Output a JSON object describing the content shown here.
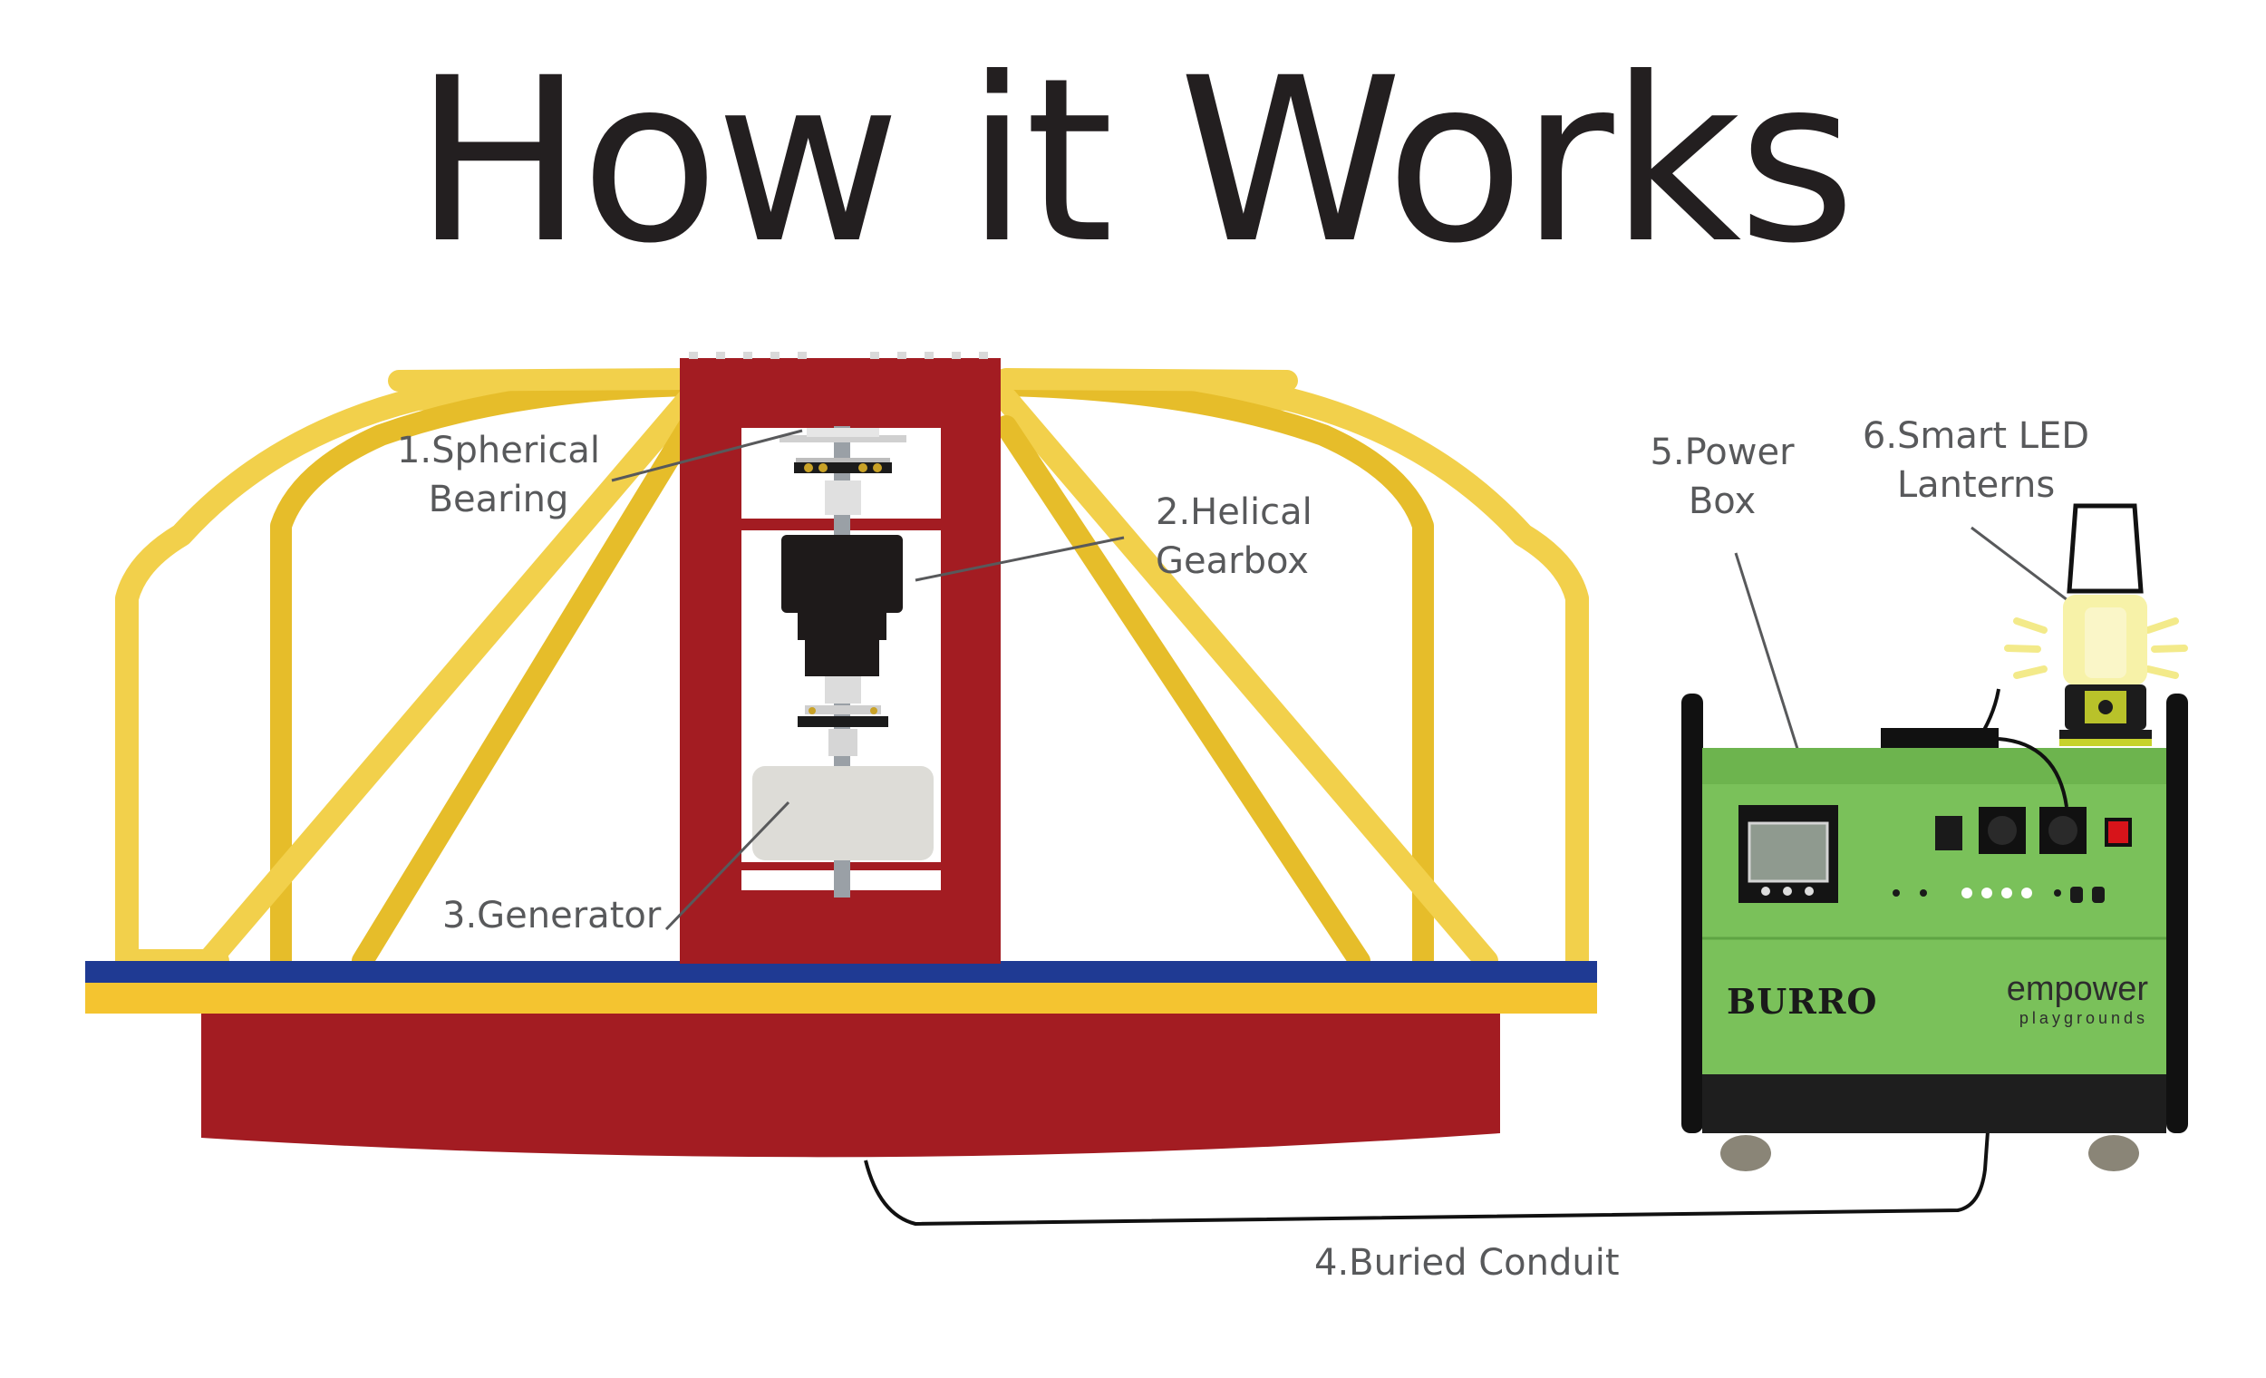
{
  "title": "How it Works",
  "labels": {
    "bearing_line1": "1.Spherical",
    "bearing_line2": "Bearing",
    "gearbox_line1": "2.Helical",
    "gearbox_line2": "Gearbox",
    "generator": "3.Generator",
    "conduit": "4.Buried Conduit",
    "powerbox_line1": "5.Power",
    "powerbox_line2": "Box",
    "lantern_line1": "6.Smart LED",
    "lantern_line2": "Lanterns"
  },
  "powerbox": {
    "brand": "BURRO",
    "logo_line1": "empower",
    "logo_line2": "playgrounds"
  },
  "colors": {
    "frame_yellow": "#f2d04b",
    "frame_yellow_dark": "#e6bd2a",
    "base_red": "#a31c22",
    "stripe_blue": "#1f3a93",
    "stripe_yellow": "#f4c430",
    "box_green": "#7ac15a",
    "box_dark": "#1e1e1e",
    "text_gray": "#58595b",
    "title_black": "#231f20"
  }
}
